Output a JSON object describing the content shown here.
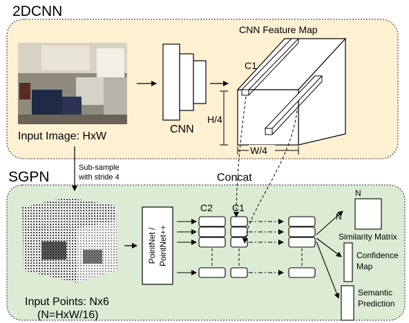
{
  "sections": {
    "top": "2DCNN",
    "bottom": "SGPN"
  },
  "cnn": {
    "label": "CNN",
    "feature_map_label": "CNN Feature Map",
    "c1_label": "C1",
    "height_label": "H/4",
    "width_label": "W/4"
  },
  "input_image": {
    "caption": "Input Image: HxW"
  },
  "subsample": {
    "line1": "Sub-sample",
    "line2": "with stride 4"
  },
  "concat_label": "Concat",
  "input_points": {
    "caption_line1": "Input Points: Nx6",
    "caption_line2": "(N=HxW/16)"
  },
  "pointnet": {
    "line1": "PointNet /",
    "line2": "PointNet++"
  },
  "columns": {
    "c2": "C2",
    "c1": "C1"
  },
  "outputs": {
    "n_top": "N",
    "n_left": "N",
    "similarity": "Similarity Matrix",
    "confidence_line1": "Confidence",
    "confidence_line2": "Map",
    "semantic_line1": "Semantic",
    "semantic_line2": "Prediction"
  },
  "colors": {
    "top_bg": "#fdf1d2",
    "bottom_bg": "#dcebd3",
    "stroke": "#000000"
  }
}
